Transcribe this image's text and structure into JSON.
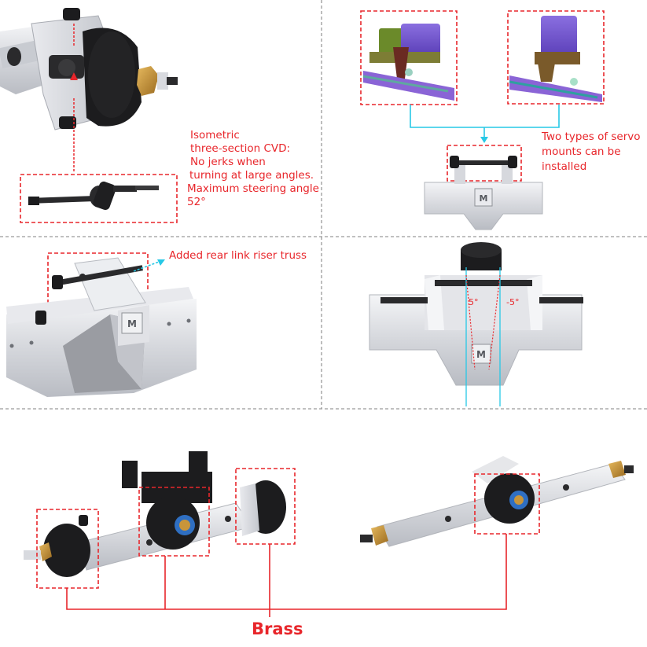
{
  "annotations": {
    "cvd_line1": "Isometric",
    "cvd_line2": "three-section CVD:",
    "cvd_line3": "No jerks when",
    "cvd_line4": "turning at large angles.",
    "cvd_line5": "Maximum steering angle",
    "cvd_line6": "52°",
    "servo_line1": "Two types of servo",
    "servo_line2": "mounts can be",
    "servo_line3": "installed",
    "riser": "Added rear link riser truss",
    "angle_left": "5°",
    "angle_right": "-5°",
    "brass": "Brass"
  },
  "colors": {
    "accent_red": "#e8262b",
    "cyan": "#27c8e6",
    "divider": "#9a9a9a",
    "silver": "#d9dbe0",
    "black_part": "#1c1c1e",
    "brass": "#c8953a"
  }
}
